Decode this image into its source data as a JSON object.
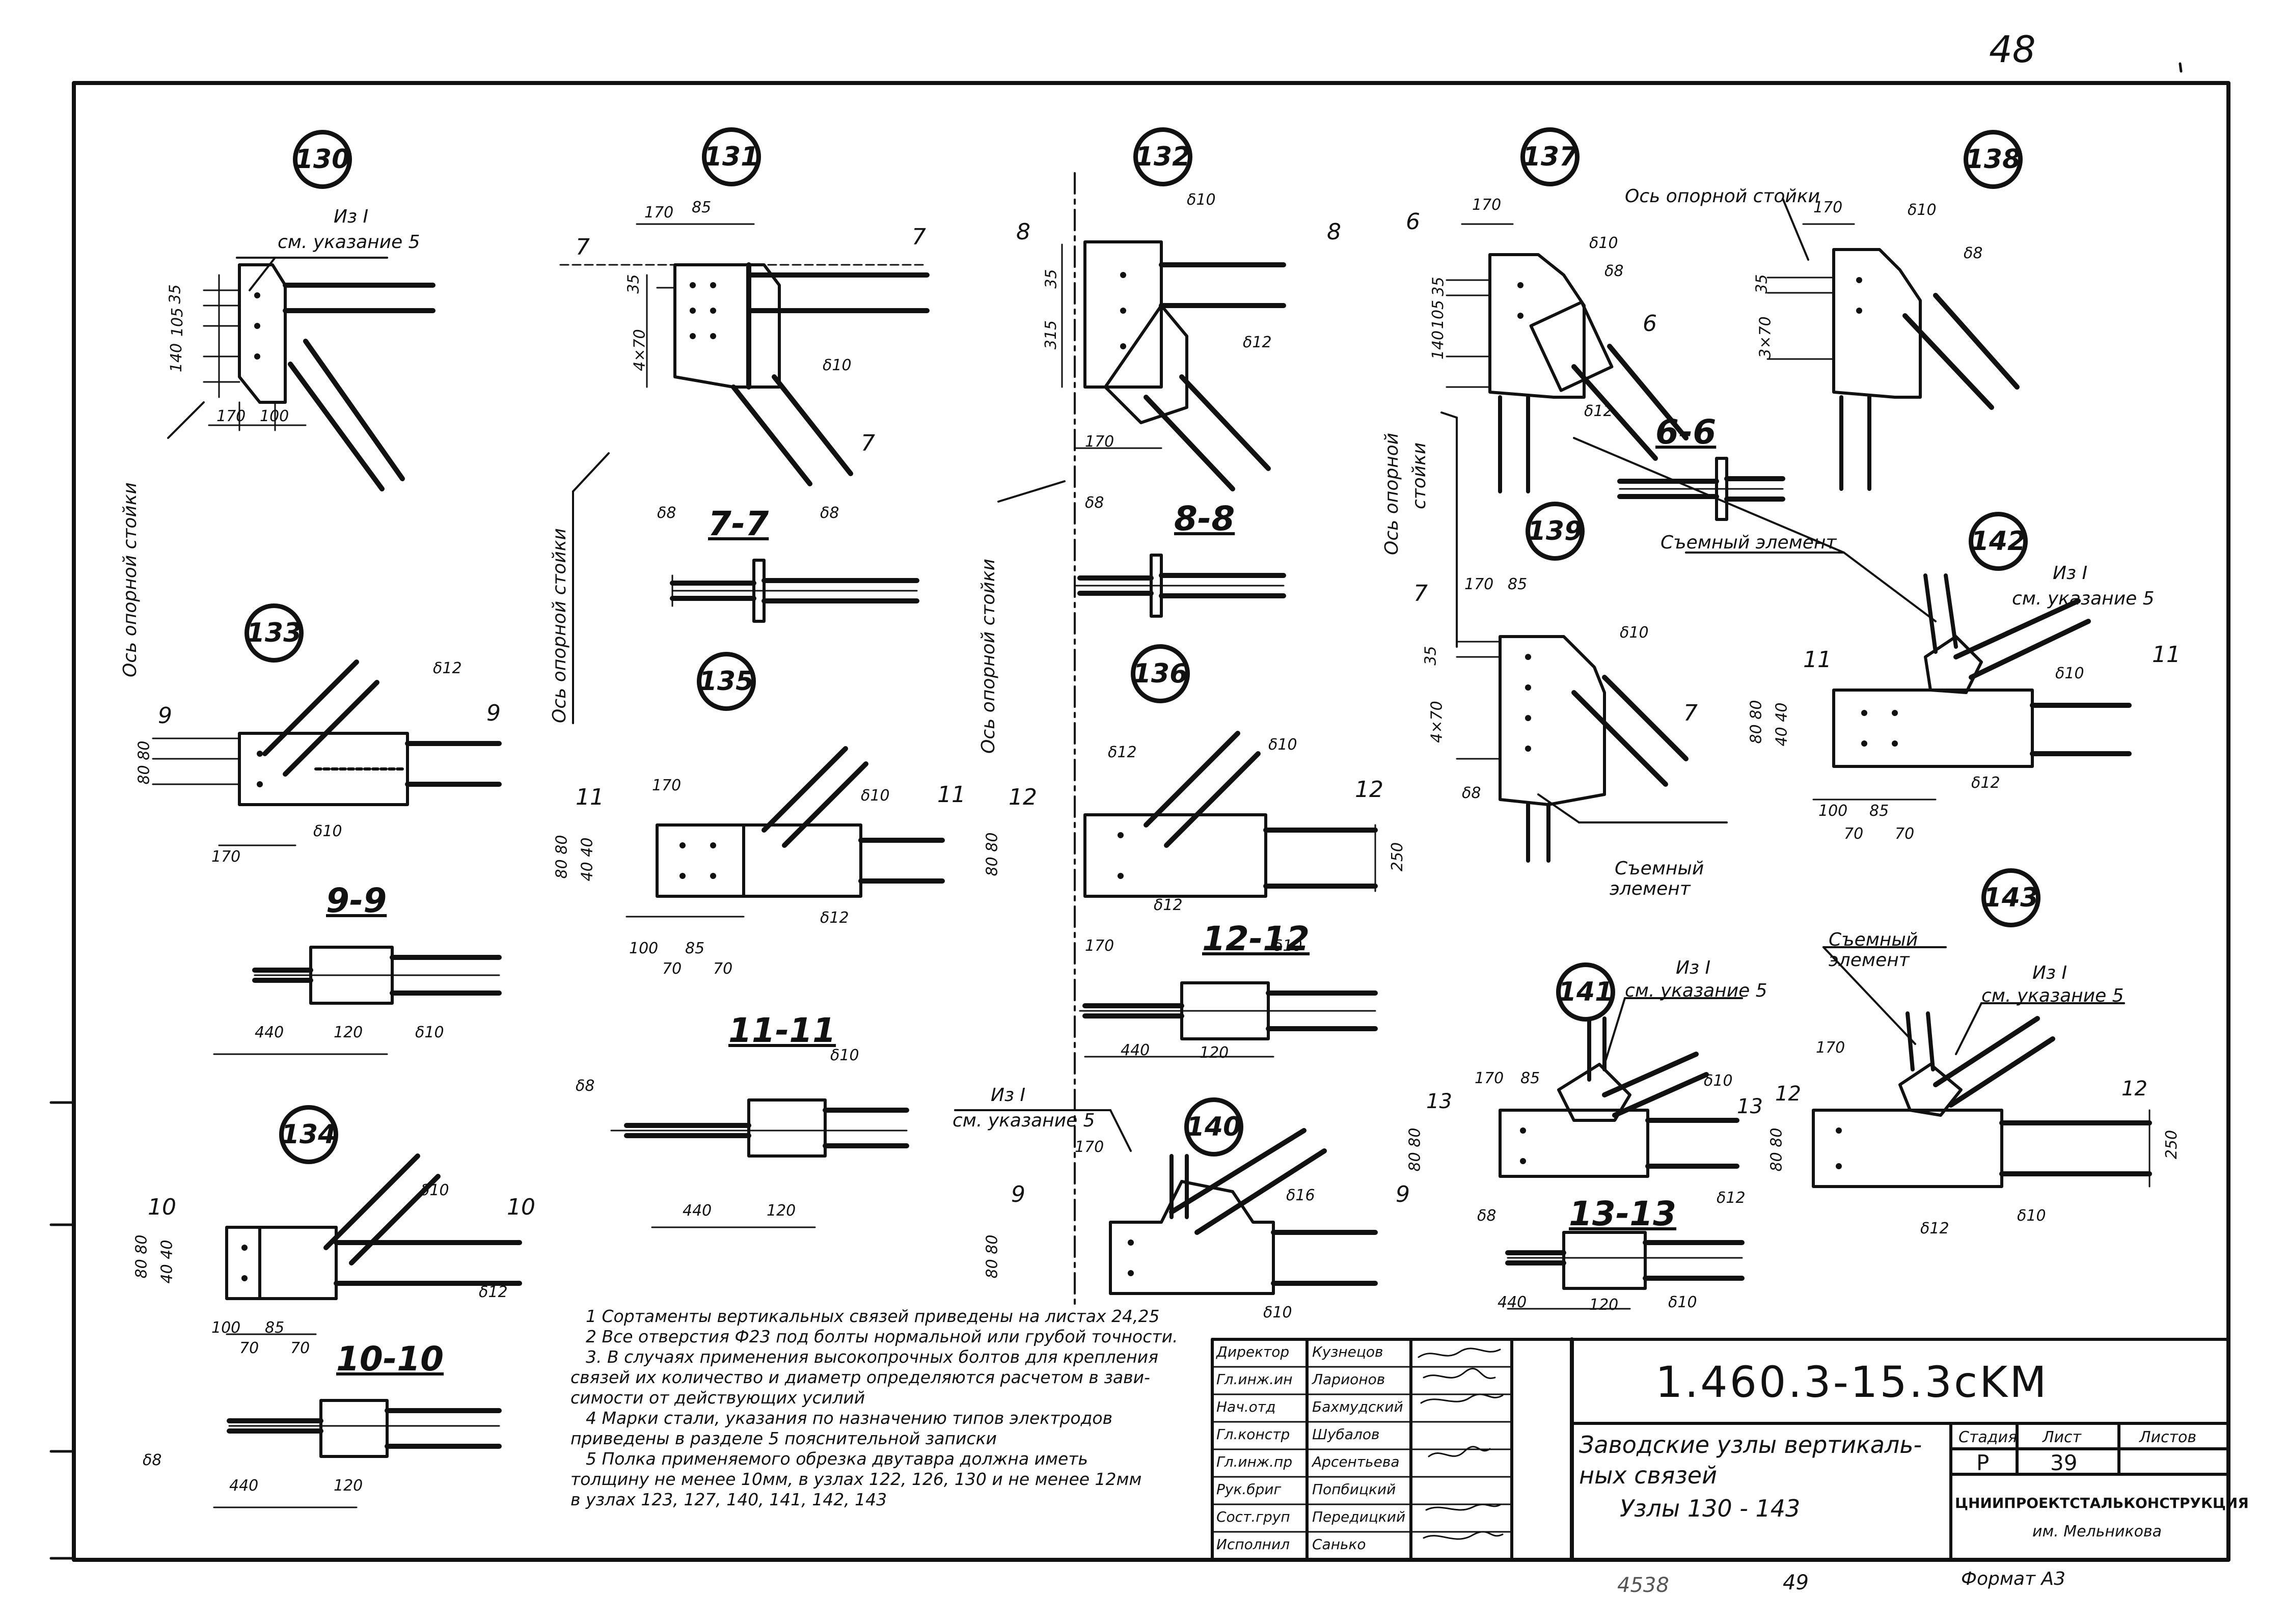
{
  "sheet": {
    "corner_handwriting": "48",
    "bottom_numbers": [
      "4538",
      "49"
    ],
    "format_label": "Формат А3"
  },
  "nodes": [
    "130",
    "131",
    "132",
    "133",
    "134",
    "135",
    "136",
    "137",
    "138",
    "139",
    "140",
    "141",
    "142",
    "143"
  ],
  "sections": [
    "6-6",
    "7-7",
    "8-8",
    "9-9",
    "10-10",
    "11-11",
    "12-12",
    "13-13"
  ],
  "labels": {
    "axis_support_post": "Ось опорной стойки",
    "axis_support_post_split_1": "Ось опорной",
    "axis_support_post_split_2": "стойки",
    "from_I": "Из I",
    "see_note_5": "см. указание 5",
    "removable_element": "Съемный элемент",
    "removable_split_1": "Съемный",
    "removable_split_2": "элемент"
  },
  "dims": {
    "d170": "170",
    "d85": "85",
    "d35": "35",
    "d105": "105",
    "d140": "140",
    "d4x70": "4×70",
    "d3x70": "3×70",
    "d315": "315",
    "d80": "80",
    "d80_80": "80 80",
    "d40_40": "40 40",
    "d100": "100",
    "d70": "70",
    "d440": "440",
    "d120": "120",
    "d250": "250",
    "s8": "δ8",
    "s10": "δ10",
    "s12": "δ12",
    "s16": "δ16",
    "cut6": "6",
    "cut7": "7",
    "cut8": "8",
    "cut9": "9",
    "cut10": "10",
    "cut11": "11",
    "cut12": "12",
    "cut13": "13"
  },
  "notes": [
    "1  Сортаменты вертикальных связей приведены на листах 24,25",
    "2  Все отверстия Ф23 под болты нормальной или грубой точности.",
    "3. В случаях применения высокопрочных болтов для крепления",
    "связей их количество и диаметр определяются расчетом в зави-",
    "симости от действующих усилий",
    "4  Марки стали, указания по назначению типов электродов",
    "приведены в разделе 5 пояснительной записки",
    "5  Полка   применяемого обрезка двутавра должна иметь",
    "толщину  не менее  10мм, в узлах 122, 126, 130  и не менее 12мм",
    "в узлах   123, 127, 140, 141, 142, 143"
  ],
  "title_block": {
    "roles": [
      "Директор",
      "Гл.инж.ин",
      "Нач.отд",
      "Гл.констр",
      "Гл.инж.пр",
      "Рук.бриг",
      "Сост.груп",
      "Исполнил"
    ],
    "names": [
      "Кузнецов",
      "Ларионов",
      "Бахмудский",
      "Шубалов",
      "Арсентьева",
      "Попбицкий",
      "Передицкий",
      "Санько"
    ],
    "doc_code": "1.460.3-15.3cKM",
    "description_line1": "Заводские узлы вертикаль-",
    "description_line2": "ных  связей",
    "description_line3": "Узлы 130 - 143",
    "stage_header": "Стадия",
    "sheet_header": "Лист",
    "sheets_header": "Листов",
    "stage_value": "Р",
    "sheet_value": "39",
    "sheets_value": "",
    "organization_line1": "ЦНИИПРОЕКТСТАЛЬКОНСТРУКЦИЯ",
    "organization_line2": "им. Мельникова"
  }
}
